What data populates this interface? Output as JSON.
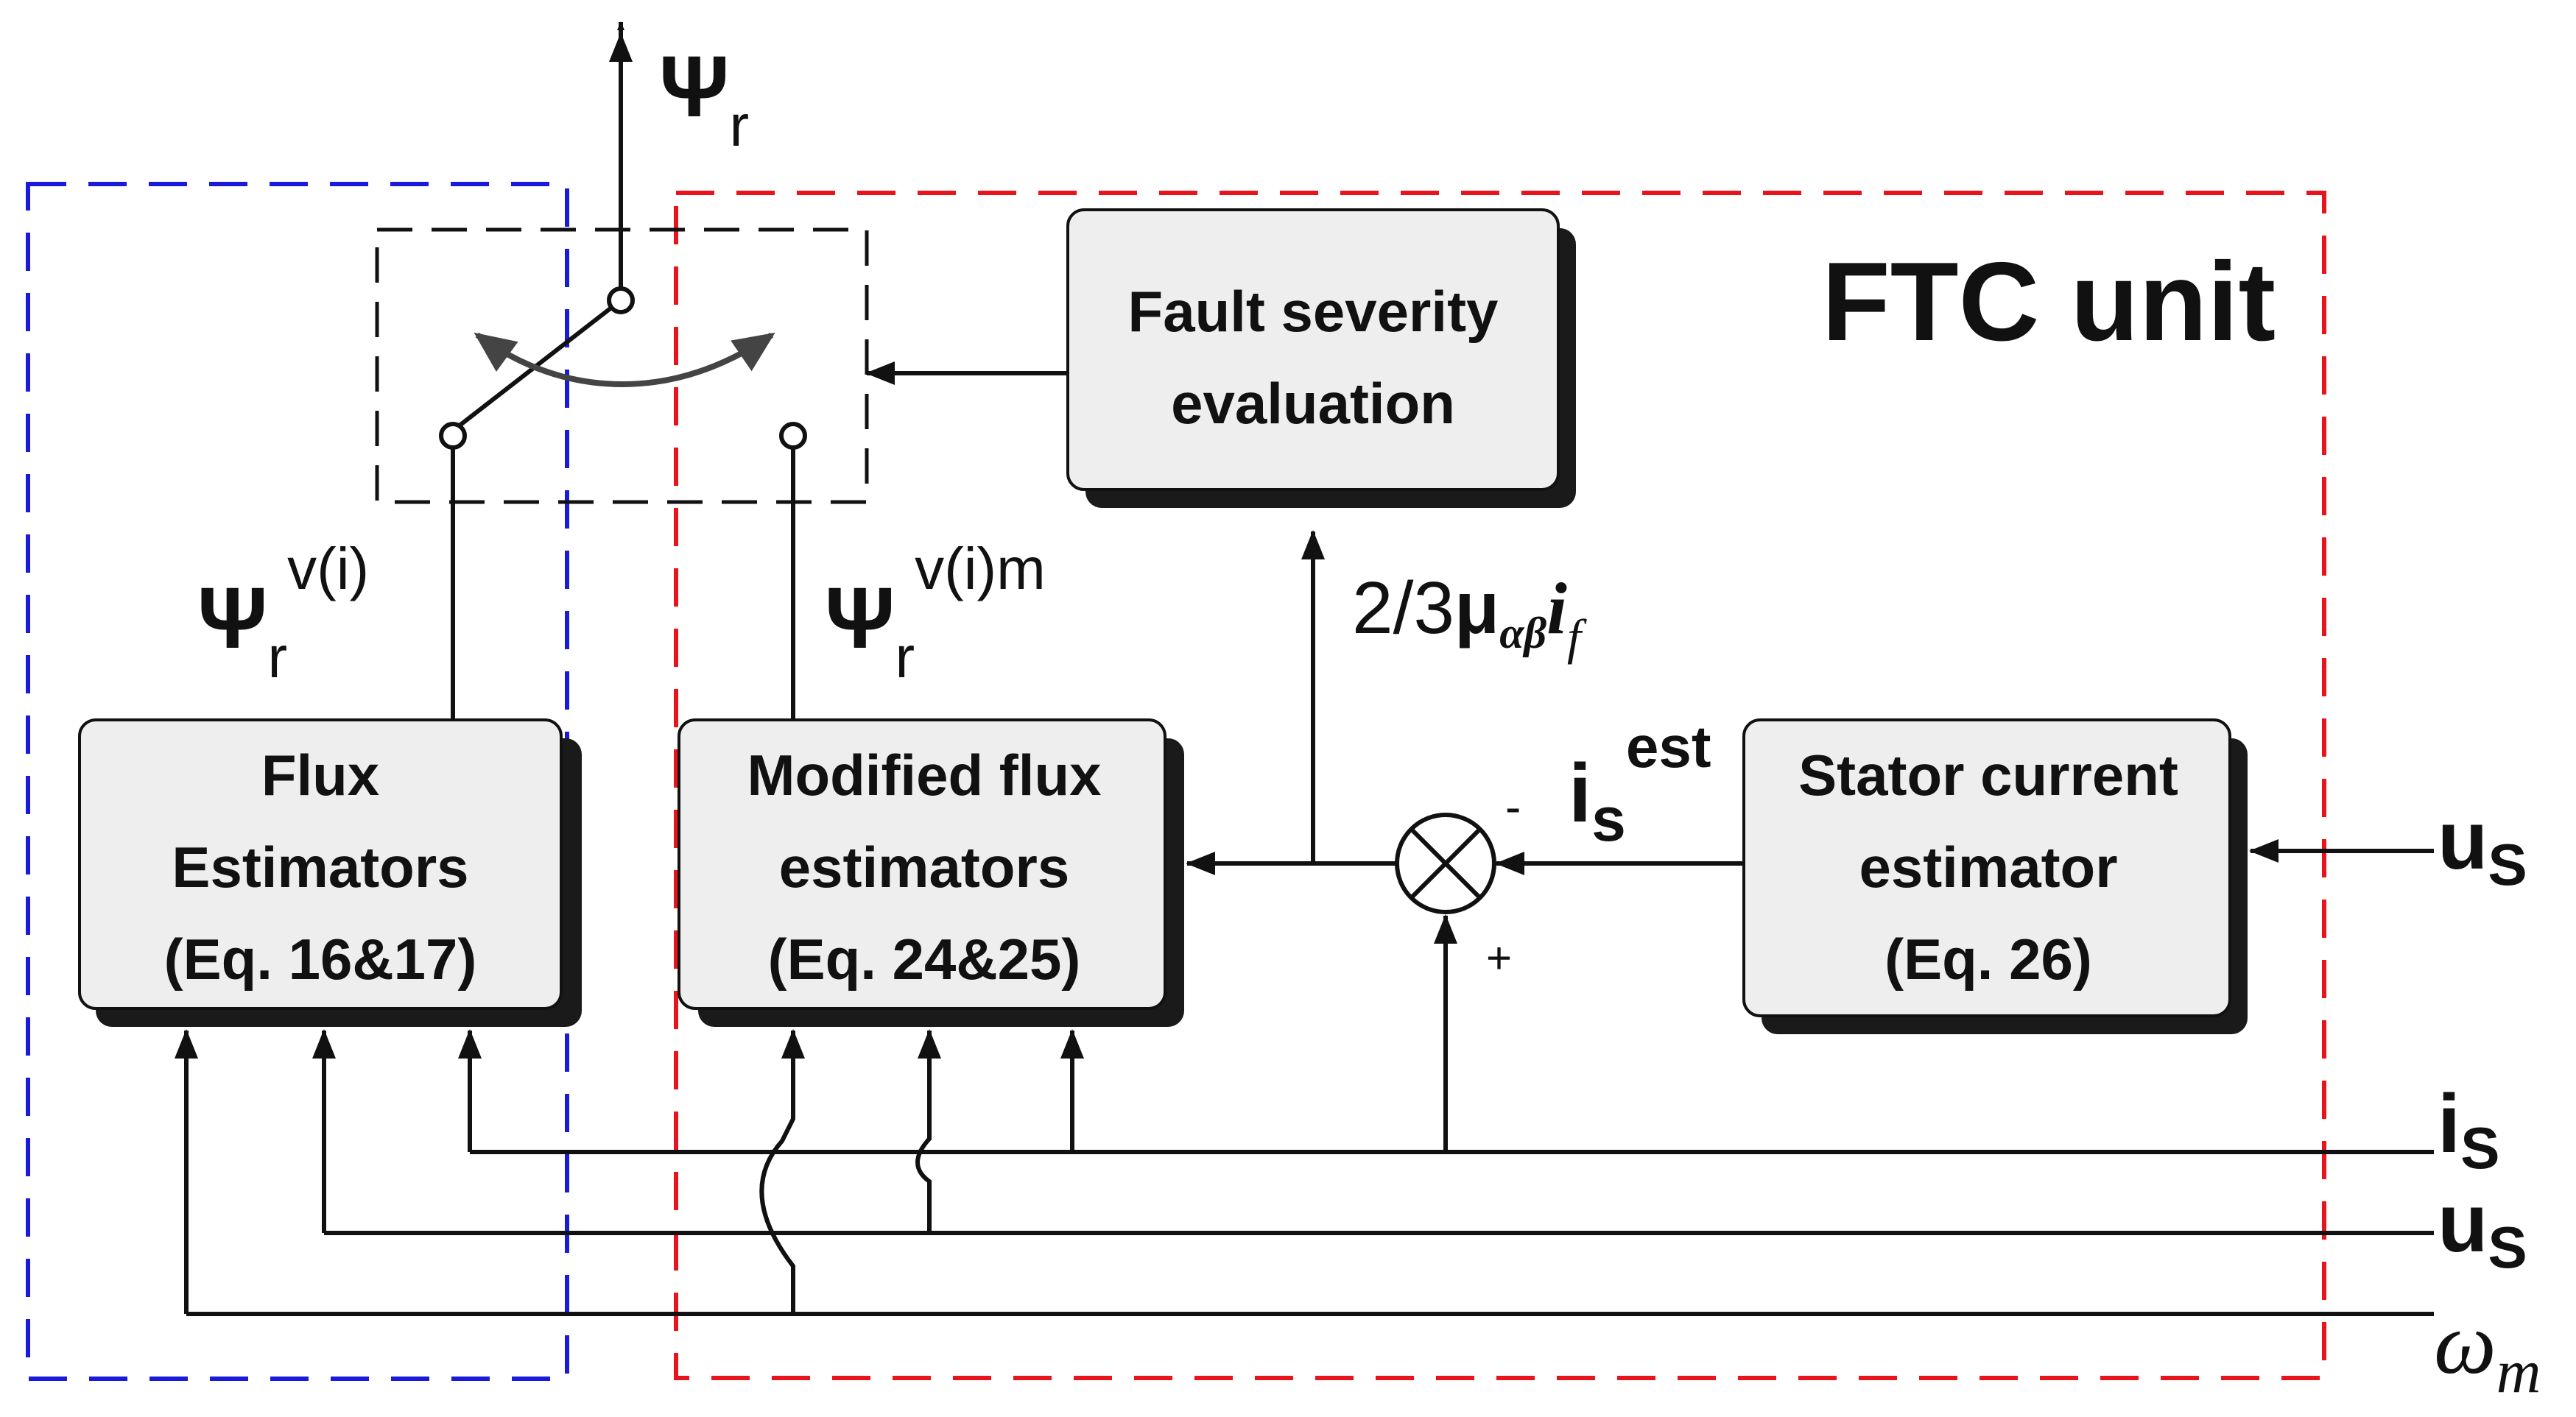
{
  "title": "FTC unit",
  "blocks": {
    "flux_estimators": {
      "line1": "Flux",
      "line2": "Estimators",
      "line3": "(Eq. 16&17)"
    },
    "modified_flux_estimators": {
      "line1": "Modified flux",
      "line2": "estimators",
      "line3": "(Eq. 24&25)"
    },
    "fault_severity": {
      "line1": "Fault severity",
      "line2": "evaluation"
    },
    "stator_current_estimator": {
      "line1": "Stator current",
      "line2": "estimator",
      "line3": "(Eq. 26)"
    }
  },
  "signals": {
    "psi_r_out": {
      "symbol": "Ψ",
      "sub": "r"
    },
    "psi_r_vi": {
      "symbol": "Ψ",
      "sub": "r",
      "sup": "v(i)"
    },
    "psi_r_vim": {
      "symbol": "Ψ",
      "sub": "r",
      "sup": "v(i)m"
    },
    "fault_current": {
      "prefix": "2/3",
      "mu": "μ",
      "mu_sub": "αβ",
      "i": "i",
      "i_sub": "f"
    },
    "is_est": {
      "base": "i",
      "sub": "s",
      "sup": "est"
    },
    "us_right": {
      "base": "u",
      "sub": "S"
    },
    "is_input": {
      "base": "i",
      "sub": "S"
    },
    "us_input": {
      "base": "u",
      "sub": "S"
    },
    "omega_input": {
      "base": "ω",
      "sub": "m"
    }
  },
  "summing_junction": {
    "minus": "-",
    "plus": "+"
  },
  "colors": {
    "ftc_unit_border": "#e8141b",
    "flux_estimator_border": "#1a1adb",
    "switch_border": "#000000",
    "block_fill": "#eeeeee",
    "shadow": "#1a1a1a",
    "switch_arc": "#444444"
  }
}
